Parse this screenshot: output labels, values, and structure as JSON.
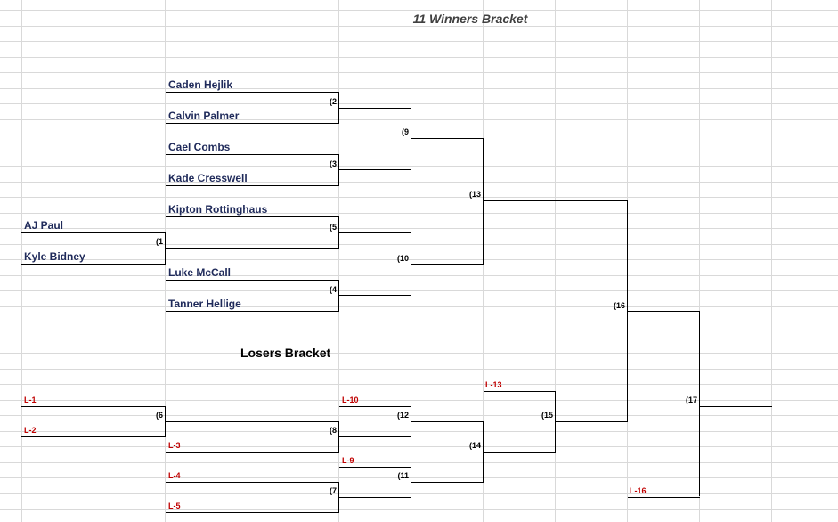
{
  "winners": {
    "title": "11 Winners Bracket",
    "players": {
      "p1": "AJ Paul",
      "p2": "Kyle Bidney",
      "p3": "Caden Hejlik",
      "p4": "Calvin Palmer",
      "p5": "Cael Combs",
      "p6": "Kade Cresswell",
      "p7": "Kipton Rottinghaus",
      "p8": "Luke McCall",
      "p9": "Tanner Hellige"
    }
  },
  "losers": {
    "title": "Losers Bracket",
    "refs": {
      "l1": "L-1",
      "l2": "L-2",
      "l3": "L-3",
      "l4": "L-4",
      "l5": "L-5",
      "l9": "L-9",
      "l10": "L-10",
      "l13": "L-13",
      "l16": "L-16"
    }
  },
  "matches": {
    "m1": "(1",
    "m2": "(2",
    "m3": "(3",
    "m4": "(4",
    "m5": "(5",
    "m6": "(6",
    "m7": "(7",
    "m8": "(8",
    "m9": "(9",
    "m10": "(10",
    "m11": "(11",
    "m12": "(12",
    "m13": "(13",
    "m14": "(14",
    "m15": "(15",
    "m16": "(16",
    "m17": "(17"
  }
}
